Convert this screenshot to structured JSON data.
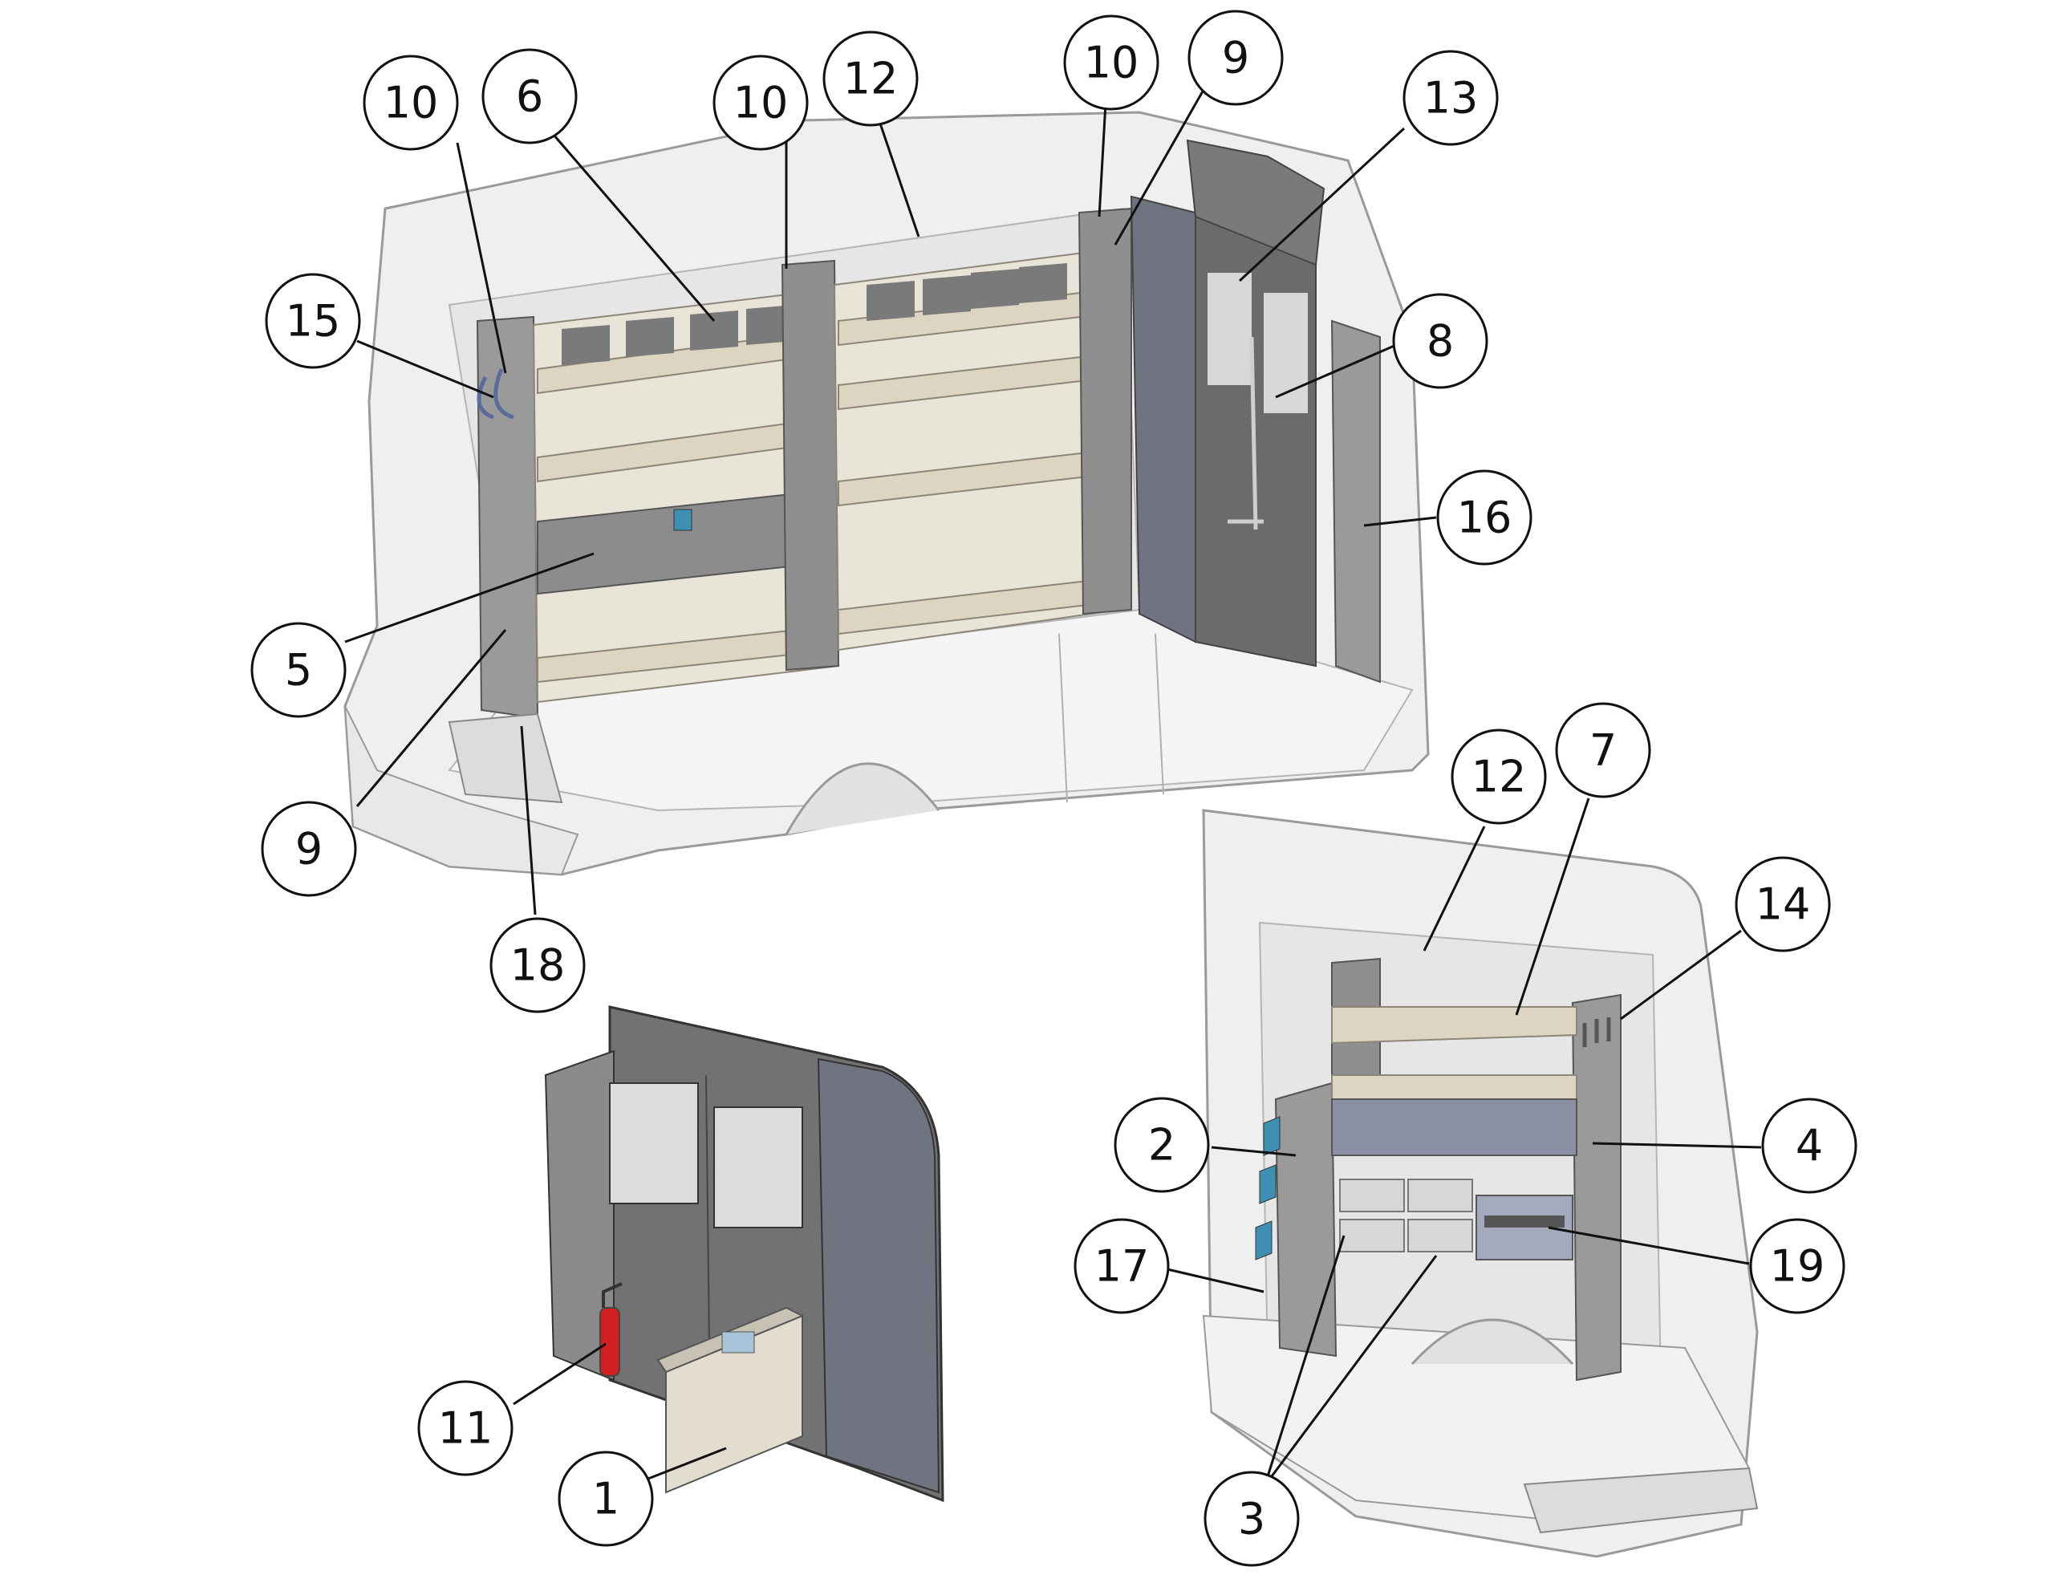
{
  "colors": {
    "van_body": "#eeeeee",
    "van_outline": "#9a9a9a",
    "shelf_frame": "#d9d4c8",
    "shelf_deck": "#e4ddcc",
    "panel_gray": "#8a8a8a",
    "partition_dark": "#6b6b6b",
    "partition_blue": "#6f7480",
    "bin_blue": "#3f8fb3",
    "extinguisher_red": "#d22020",
    "callout_stroke": "#111111"
  },
  "callouts": {
    "topleft": {
      "label": "10"
    },
    "shelf6": {
      "label": "6"
    },
    "mid10": {
      "label": "10"
    },
    "top12": {
      "label": "12"
    },
    "right10": {
      "label": "10"
    },
    "top9": {
      "label": "9"
    },
    "c13": {
      "label": "13"
    },
    "c15": {
      "label": "15"
    },
    "c8": {
      "label": "8"
    },
    "c16": {
      "label": "16"
    },
    "c5": {
      "label": "5"
    },
    "low9": {
      "label": "9"
    },
    "c18": {
      "label": "18"
    },
    "rear12": {
      "label": "12"
    },
    "c7": {
      "label": "7"
    },
    "c14": {
      "label": "14"
    },
    "c2": {
      "label": "2"
    },
    "c4": {
      "label": "4"
    },
    "c17": {
      "label": "17"
    },
    "c19": {
      "label": "19"
    },
    "c3": {
      "label": "3"
    },
    "c11": {
      "label": "11"
    },
    "c1": {
      "label": "1"
    }
  }
}
